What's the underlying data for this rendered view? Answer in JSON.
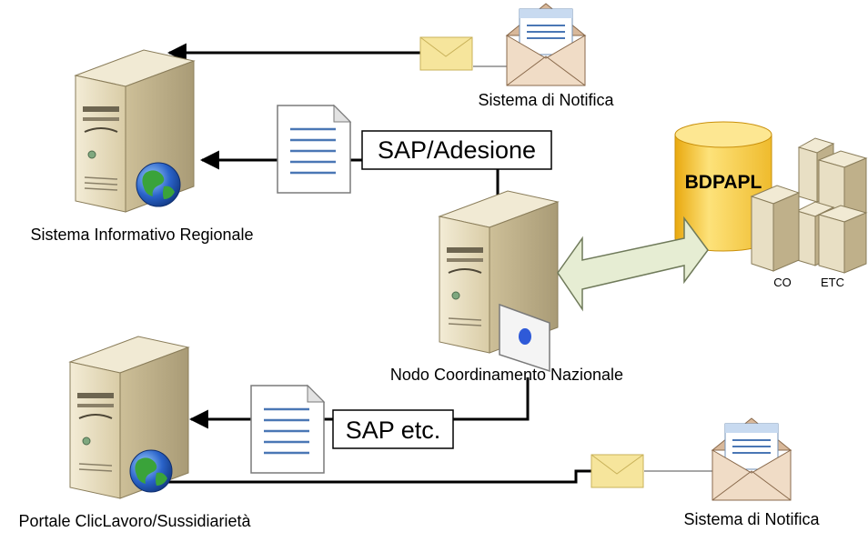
{
  "labels": {
    "notifica_top": "Sistema di Notifica",
    "notifica_bottom": "Sistema di Notifica",
    "regionale": "Sistema Informativo Regionale",
    "nodo": "Nodo Coordinamento Nazionale",
    "portale": "Portale ClicLavoro/Sussidiarietà",
    "sap_adesione": "SAP/Adesione",
    "sap_etc": "SAP etc.",
    "bdpapl": "BDPAPL",
    "co": "CO",
    "etc": "ETC"
  },
  "colors": {
    "line": "#000000",
    "server_face": "#e6dcc0",
    "server_side": "#c9bb95",
    "envelope": "#f5e49a",
    "database": "#f7d34a",
    "arrow_fill": "#e3ead0",
    "certificate_dot": "#2f5ad8"
  }
}
